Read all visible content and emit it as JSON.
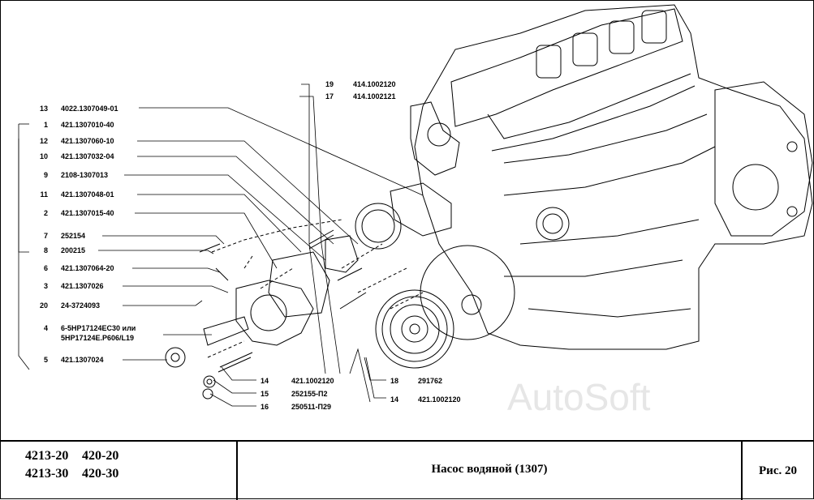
{
  "callouts_left": [
    {
      "num": "13",
      "code": "4022.1307049-01"
    },
    {
      "num": "1",
      "code": "421.1307010-40"
    },
    {
      "num": "12",
      "code": "421.1307060-10"
    },
    {
      "num": "10",
      "code": "421.1307032-04"
    },
    {
      "num": "9",
      "code": "2108-1307013"
    },
    {
      "num": "11",
      "code": "421.1307048-01"
    },
    {
      "num": "2",
      "code": "421.1307015-40"
    },
    {
      "num": "7",
      "code": "252154"
    },
    {
      "num": "8",
      "code": "200215"
    },
    {
      "num": "6",
      "code": "421.1307064-20"
    },
    {
      "num": "3",
      "code": "421.1307026"
    },
    {
      "num": "20",
      "code": "24-3724093"
    },
    {
      "num": "4",
      "code": "6-5НР17124ЕС30 или",
      "code2": "5НР17124Е.Р606/L19"
    },
    {
      "num": "5",
      "code": "421.1307024"
    }
  ],
  "callouts_top": [
    {
      "num": "19",
      "code": "414.1002120"
    },
    {
      "num": "17",
      "code": "414.1002121"
    }
  ],
  "callouts_bottom": [
    {
      "num": "14",
      "code": "421.1002120"
    },
    {
      "num": "15",
      "code": "252155-П2"
    },
    {
      "num": "16",
      "code": "250511-П29"
    },
    {
      "num": "18",
      "code": "291762"
    },
    {
      "num": "14",
      "code": "421.1002120"
    }
  ],
  "watermark": "AutoSoft",
  "title_block": {
    "models": [
      [
        "4213-20",
        "420-20"
      ],
      [
        "4213-30",
        "420-30"
      ]
    ],
    "title": "Насос водяной (1307)",
    "figure": "Рис. 20"
  }
}
